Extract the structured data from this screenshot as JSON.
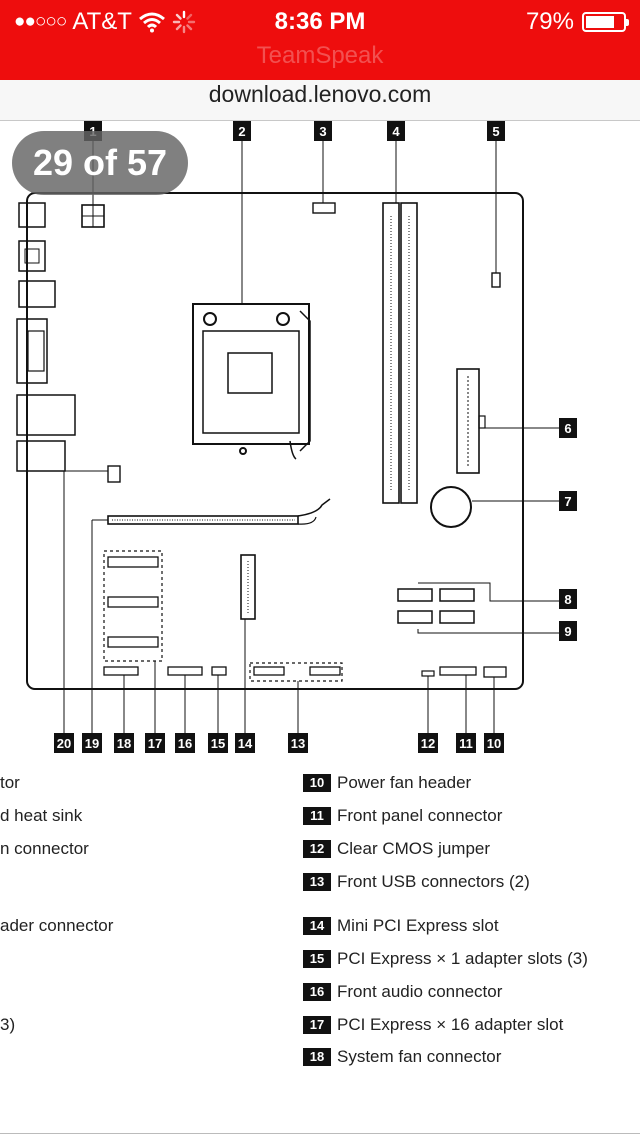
{
  "status_bar": {
    "signal": "●●○○○",
    "carrier": "AT&T",
    "time": "8:36 PM",
    "battery_percent": "79%",
    "battery_level": 0.79,
    "background_color": "#ee0d0d"
  },
  "browser": {
    "page_title": "TeamSpeak",
    "url": "download.lenovo.com"
  },
  "document": {
    "page_indicator": "29 of 57",
    "diagram_callouts": [
      "1",
      "2",
      "3",
      "4",
      "5",
      "6",
      "7",
      "8",
      "9",
      "10",
      "11",
      "12",
      "13",
      "14",
      "15",
      "16",
      "17",
      "18",
      "19",
      "20"
    ],
    "legend_left": [
      {
        "text": "tor"
      },
      {
        "text": "d heat sink"
      },
      {
        "text": "n connector"
      },
      {
        "text": "ader connector"
      },
      {
        "text": "3)"
      }
    ],
    "legend_right": [
      {
        "num": "10",
        "text": "Power fan header"
      },
      {
        "num": "11",
        "text": "Front panel connector"
      },
      {
        "num": "12",
        "text": "Clear CMOS jumper"
      },
      {
        "num": "13",
        "text": "Front USB connectors (2)"
      },
      {
        "num": "14",
        "text": "Mini PCI Express slot"
      },
      {
        "num": "15",
        "text": "PCI Express × 1 adapter slots (3)"
      },
      {
        "num": "16",
        "text": "Front audio connector"
      },
      {
        "num": "17",
        "text": "PCI Express × 16 adapter slot"
      },
      {
        "num": "18",
        "text": "System fan connector"
      }
    ]
  }
}
